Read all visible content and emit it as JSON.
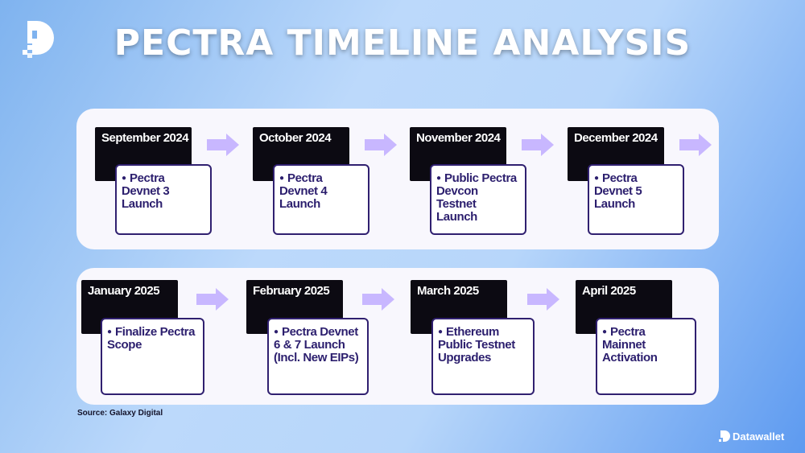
{
  "header": {
    "title": "PECTRA TIMELINE ANALYSIS",
    "logo_icon": "datawallet-logo-icon"
  },
  "timeline": {
    "row1": [
      {
        "date": "September 2024",
        "description": "Pectra Devnet 3 Launch"
      },
      {
        "date": "October 2024",
        "description": "Pectra Devnet 4 Launch"
      },
      {
        "date": "November 2024",
        "description": "Public Pectra Devcon Testnet Launch"
      },
      {
        "date": "December 2024",
        "description": "Pectra Devnet 5 Launch"
      }
    ],
    "row2": [
      {
        "date": "January 2025",
        "description": "Finalize Pectra Scope"
      },
      {
        "date": "February 2025",
        "description": "Pectra Devnet 6 & 7 Launch (Incl. New EIPs)"
      },
      {
        "date": "March 2025",
        "description": "Ethereum Public Testnet Upgrades"
      },
      {
        "date": "April 2025",
        "description": "Pectra Mainnet Activation"
      }
    ]
  },
  "footer": {
    "source": "Source: Galaxy Digital",
    "brand": "Datawallet"
  },
  "colors": {
    "arrow": "#c8b7ff",
    "date_box": "#0c0a12",
    "desc_border": "#302070",
    "desc_text": "#2c1f6e",
    "panel": "#f8f7fd"
  }
}
